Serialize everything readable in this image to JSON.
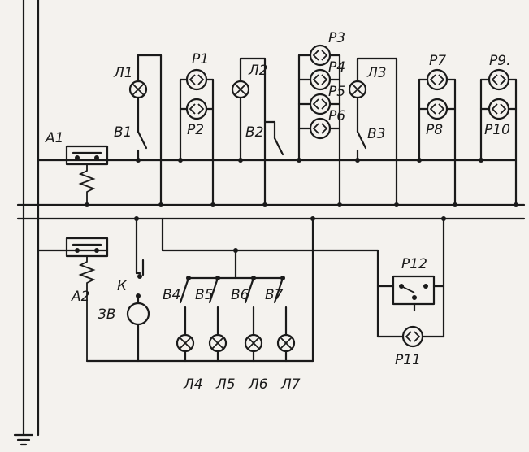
{
  "labels": {
    "L1": "Л1",
    "L2": "Л2",
    "L3": "Л3",
    "L4": "Л4",
    "L5": "Л5",
    "L6": "Л6",
    "L7": "Л7",
    "B1": "В1",
    "B2": "В2",
    "B3": "В3",
    "B4": "В4",
    "B5": "В5",
    "B6": "В6",
    "B7": "В7",
    "P1": "Р1",
    "P2": "Р2",
    "P3": "Р3",
    "P4": "Р4",
    "P5": "Р5",
    "P6": "Р6",
    "P7": "Р7",
    "P8": "Р8",
    "P9": "Р9.",
    "P10": "Р10",
    "P11": "Р11",
    "P12": "Р12",
    "A1": "А1",
    "A2": "А2",
    "K": "К",
    "ZV": "ЗВ"
  },
  "colors": {
    "ink": "#1a1a1a",
    "paper": "#f4f2ee"
  }
}
